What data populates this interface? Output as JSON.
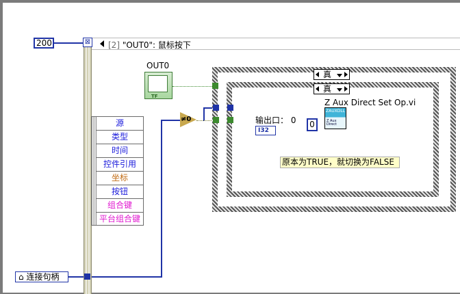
{
  "numeric_constant": "200",
  "case_header": {
    "index": "[2]",
    "label": "\"OUT0\": 鼠标按下"
  },
  "event_data": {
    "items": [
      {
        "label": "源",
        "color": "#1a1adb"
      },
      {
        "label": "类型",
        "color": "#1a1adb"
      },
      {
        "label": "时间",
        "color": "#1a1adb"
      },
      {
        "label": "控件引用",
        "color": "#1a1adb"
      },
      {
        "label": "坐标",
        "color": "#c06a12"
      },
      {
        "label": "按钮",
        "color": "#1a1adb"
      },
      {
        "label": "组合键",
        "color": "#e01ad0"
      },
      {
        "label": "平台组合键",
        "color": "#e01ad0"
      }
    ]
  },
  "bool_control": {
    "label": "OUT0",
    "tf": "TF"
  },
  "not_equal_zero": "≠0",
  "case_selectors": {
    "outer": "真",
    "inner": "真"
  },
  "subvi": {
    "name": "Z Aux Direct Set Op.vi",
    "icon_title": "ZAUXDLL",
    "icon_text": "Z Aux Direct"
  },
  "output_port": {
    "label": "输出口：",
    "value": "0",
    "type": "I32"
  },
  "zero_constant": "0",
  "comment": "原本为TRUE，就切换为FALSE",
  "connection_handle": "连接句柄",
  "colors": {
    "int_wire": "#1f33a6",
    "bool_wire": "#3c8a2e",
    "comment_bg": "#fffec8"
  }
}
